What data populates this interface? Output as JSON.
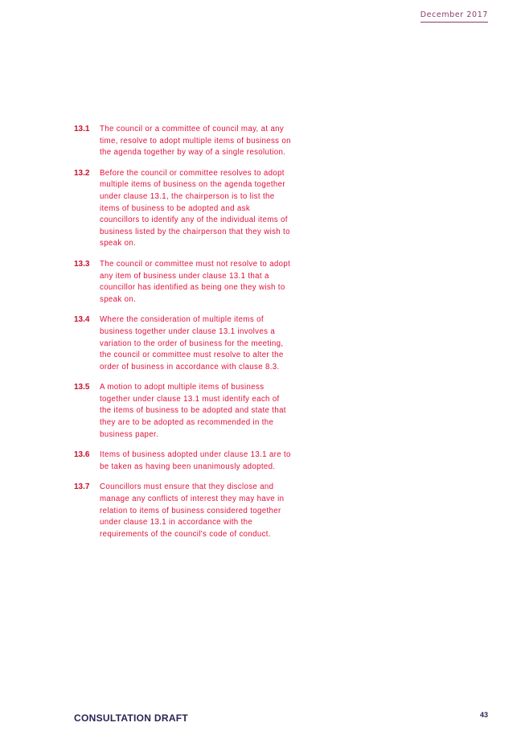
{
  "header": {
    "date": "December 2017"
  },
  "clauses": [
    {
      "number": "13.1",
      "text": "The council or a committee of council may, at any time, resolve to adopt multiple items of business on the agenda together by way of a single resolution."
    },
    {
      "number": "13.2",
      "text": "Before the council or committee resolves to adopt multiple items of business on the agenda together under clause 13.1, the chairperson is to list the items of business to be adopted and ask councillors to identify any of the individual items of business listed by the chairperson that they wish to speak on."
    },
    {
      "number": "13.3",
      "text": "The council or committee must not resolve to adopt any item of business under clause 13.1 that a councillor has identified as being one they wish to speak on."
    },
    {
      "number": "13.4",
      "text": "Where the consideration of multiple items of business together under clause 13.1 involves a variation to the order of business for the meeting, the council or committee must resolve to alter the order of business in accordance with clause 8.3."
    },
    {
      "number": "13.5",
      "text": "A motion to adopt multiple items of business together under clause 13.1 must identify each of the items of business to be adopted and state that they are to be adopted as recommended in the business paper."
    },
    {
      "number": "13.6",
      "text": "Items of business adopted under clause 13.1 are to be taken as having been unanimously adopted."
    },
    {
      "number": "13.7",
      "text": "Councillors must ensure that they disclose and manage any conflicts of interest they may have in relation to items of business considered together under clause 13.1 in accordance with the requirements of the council's code of conduct."
    }
  ],
  "footer": {
    "label": "CONSULTATION DRAFT",
    "page_number": "43"
  }
}
